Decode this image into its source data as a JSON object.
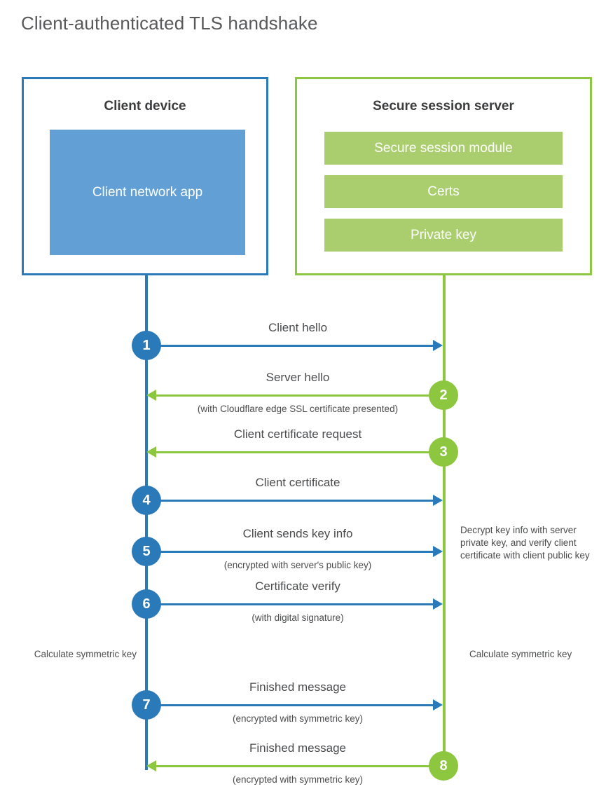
{
  "title": "Client-authenticated TLS handshake",
  "colors": {
    "client_blue": "#2a7ab9",
    "client_app_blue": "#619fd4",
    "server_green": "#8dc63f",
    "server_module_green": "#aace6e",
    "text_gray": "#4a4b4d",
    "title_gray": "#58595b"
  },
  "participants": {
    "client": {
      "title": "Client device",
      "app_label": "Client network app"
    },
    "server": {
      "title": "Secure session server",
      "modules": [
        "Secure session module",
        "Certs",
        "Private key"
      ]
    }
  },
  "steps": [
    {
      "number": "1",
      "label": "Client hello",
      "sub": "",
      "direction": "client-to-server",
      "color": "blue"
    },
    {
      "number": "2",
      "label": "Server hello",
      "sub": "(with Cloudflare edge SSL certificate presented)",
      "direction": "server-to-client",
      "color": "green"
    },
    {
      "number": "3",
      "label": "Client certificate request",
      "sub": "",
      "direction": "server-to-client",
      "color": "green"
    },
    {
      "number": "4",
      "label": "Client certificate",
      "sub": "",
      "direction": "client-to-server",
      "color": "blue"
    },
    {
      "number": "5",
      "label": "Client sends key info",
      "sub": "(encrypted with server's public key)",
      "direction": "client-to-server",
      "color": "blue"
    },
    {
      "number": "6",
      "label": "Certificate verify",
      "sub": "(with digital signature)",
      "direction": "client-to-server",
      "color": "blue"
    },
    {
      "number": "7",
      "label": "Finished message",
      "sub": "(encrypted with symmetric key)",
      "direction": "client-to-server",
      "color": "blue"
    },
    {
      "number": "8",
      "label": "Finished message",
      "sub": "(encrypted with symmetric key)",
      "direction": "server-to-client",
      "color": "green"
    }
  ],
  "annotations": {
    "decrypt_note": "Decrypt key info with server private key, and verify client certificate with client public key",
    "client_calculate": "Calculate symmetric key",
    "server_calculate": "Calculate symmetric key"
  }
}
